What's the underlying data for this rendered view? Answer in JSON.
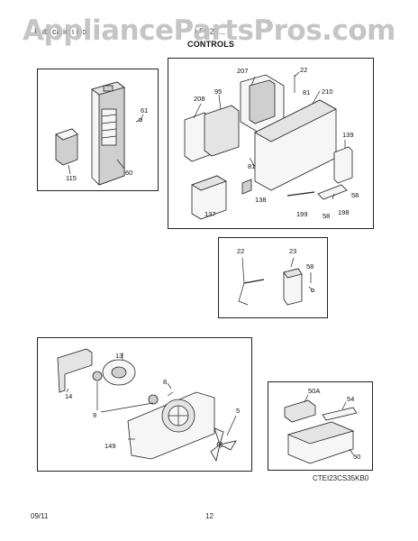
{
  "header": {
    "left_text": "Publication No.",
    "right_text": "LFS23...",
    "section_title": "CONTROLS"
  },
  "watermark": {
    "text": "AppliancePartsPros.com"
  },
  "panel_a": {
    "callouts": {
      "c115": "115",
      "c60": "60",
      "c61": "61"
    }
  },
  "panel_b": {
    "callouts": {
      "c207": "207",
      "c22": "22",
      "c208": "208",
      "c95": "95",
      "c81a": "81",
      "c210": "210",
      "c139": "139",
      "c81b": "81",
      "c58a": "58",
      "c138": "138",
      "c137": "137",
      "c199": "199",
      "c58b": "58",
      "c198": "198"
    }
  },
  "panel_c": {
    "callouts": {
      "c22": "22",
      "c23": "23",
      "c58": "58"
    }
  },
  "panel_d": {
    "callouts": {
      "c13": "13",
      "c8": "8",
      "c14": "14",
      "c9": "9",
      "c5": "5",
      "c149": "149"
    }
  },
  "panel_e": {
    "callouts": {
      "c50a": "50A",
      "c54": "54",
      "c50": "50"
    }
  },
  "diagram_code": "CTEI23CS35KB0",
  "footer": {
    "date": "09/11",
    "page": "12"
  },
  "colors": {
    "ink": "#222222",
    "watermark": "#969696"
  }
}
